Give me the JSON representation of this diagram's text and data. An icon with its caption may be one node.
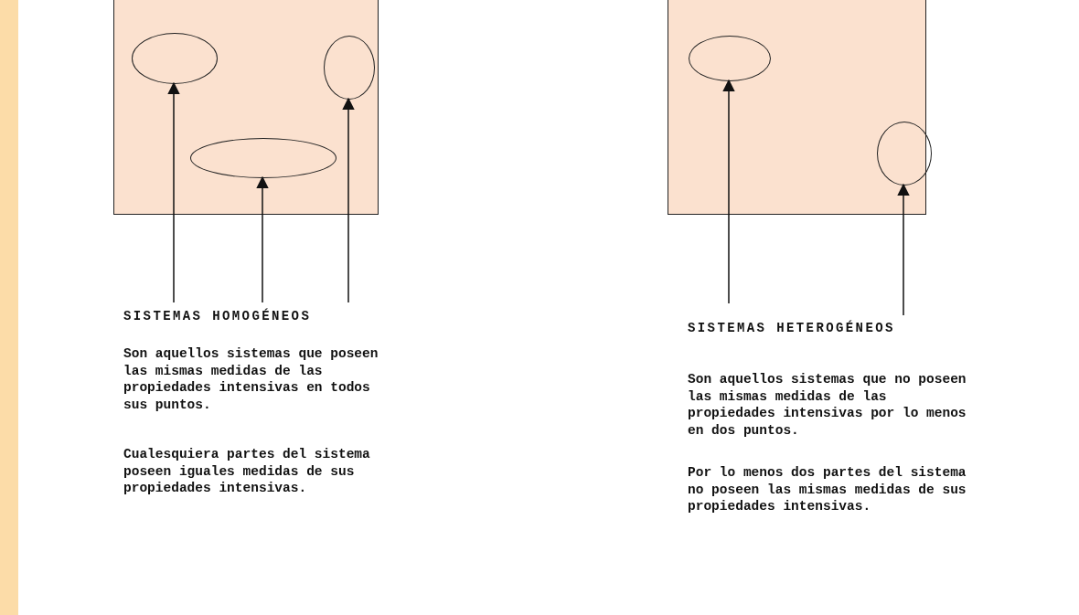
{
  "diagram": {
    "nodes": [
      {
        "text": [],
        "shape": "box"
      },
      {
        "text": [],
        "shape": "ellipse",
        "in": 0
      },
      {
        "text": [],
        "shape": "ellipse",
        "in": 0
      },
      {
        "text": [],
        "shape": "ellipse",
        "in": 0
      },
      {
        "text": [
          "SISTEMAS HOMOGÉNEOS"
        ]
      },
      {
        "text": [],
        "shape": "box"
      },
      {
        "text": [],
        "shape": "ellipse",
        "in": 5
      },
      {
        "text": [],
        "shape": "ellipse",
        "in": 5
      },
      {
        "text": [
          "SISTEMAS HETEROGÉNEOS"
        ]
      }
    ],
    "edges": [
      {
        "from": 4,
        "to": 1,
        "arrow": "to"
      },
      {
        "from": 4,
        "to": 3,
        "arrow": "to"
      },
      {
        "from": 4,
        "to": 2,
        "arrow": "to"
      },
      {
        "from": 8,
        "to": 6,
        "arrow": "to"
      },
      {
        "from": 8,
        "to": 7,
        "arrow": "to"
      }
    ],
    "labels": [
      "Son aquellos sistemas que poseen las mismas medidas de las propiedades intensivas en todos sus puntos.",
      "Cualesquiera partes del sistema poseen iguales medidas de sus propiedades intensivas.",
      "Son aquellos sistemas que no poseen las mismas medidas de las propiedades intensivas por lo menos en dos puntos.",
      "Por lo menos dos partes del sistema no poseen las mismas medidas de sus propiedades intensivas."
    ]
  }
}
